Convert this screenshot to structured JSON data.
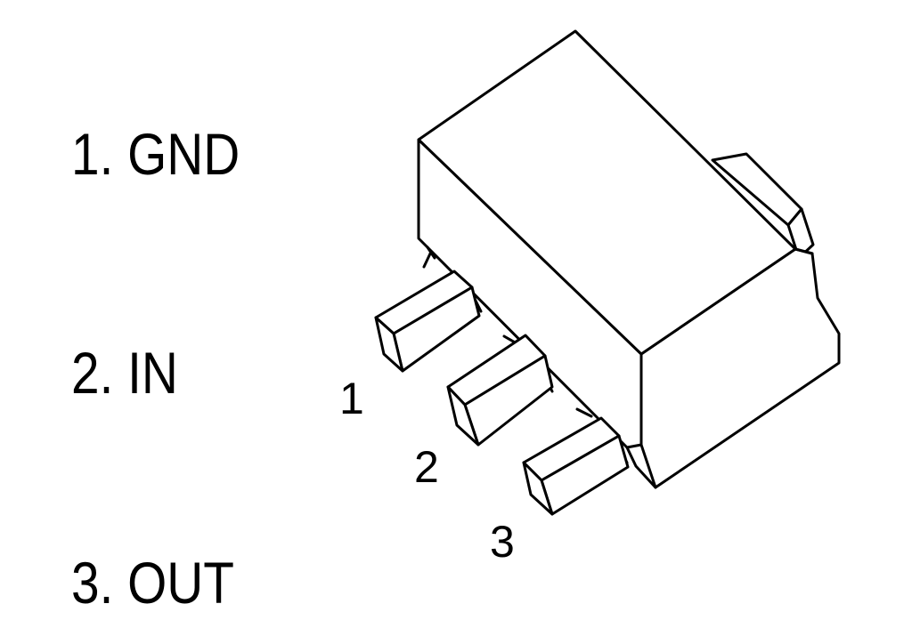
{
  "pin_list": [
    {
      "label": "1. GND"
    },
    {
      "label": "2. IN"
    },
    {
      "label": "3. OUT"
    }
  ],
  "package": {
    "lead_numbers": [
      "1",
      "2",
      "3"
    ]
  },
  "colors": {
    "line": "#000000",
    "background": "#ffffff"
  }
}
